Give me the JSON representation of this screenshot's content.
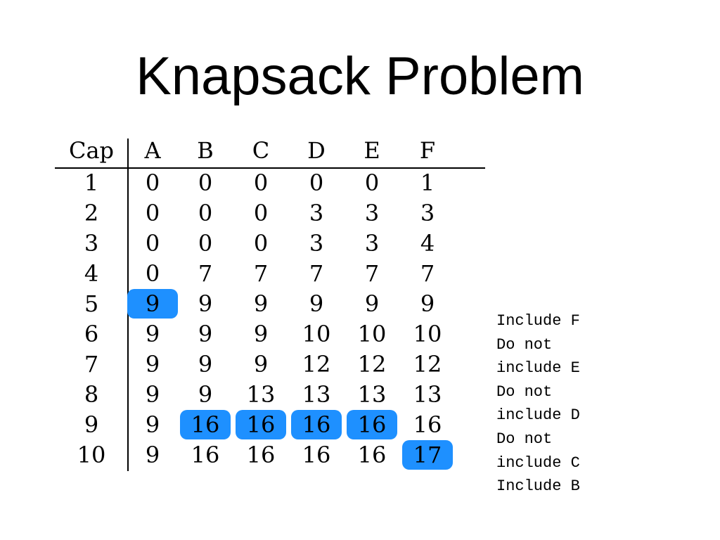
{
  "slide": {
    "title": "Knapsack Problem"
  },
  "table": {
    "headers": [
      "Cap",
      "A",
      "B",
      "C",
      "D",
      "E",
      "F"
    ],
    "rows": [
      [
        "1",
        "0",
        "0",
        "0",
        "0",
        "0",
        "1"
      ],
      [
        "2",
        "0",
        "0",
        "0",
        "3",
        "3",
        "3"
      ],
      [
        "3",
        "0",
        "0",
        "0",
        "3",
        "3",
        "4"
      ],
      [
        "4",
        "0",
        "7",
        "7",
        "7",
        "7",
        "7"
      ],
      [
        "5",
        "9",
        "9",
        "9",
        "9",
        "9",
        "9"
      ],
      [
        "6",
        "9",
        "9",
        "9",
        "10",
        "10",
        "10"
      ],
      [
        "7",
        "9",
        "9",
        "9",
        "12",
        "12",
        "12"
      ],
      [
        "8",
        "9",
        "9",
        "13",
        "13",
        "13",
        "13"
      ],
      [
        "9",
        "9",
        "16",
        "16",
        "16",
        "16",
        "16"
      ],
      [
        "10",
        "9",
        "16",
        "16",
        "16",
        "16",
        "17"
      ]
    ],
    "highlighted_cells": [
      [
        4,
        1
      ],
      [
        8,
        2
      ],
      [
        8,
        3
      ],
      [
        8,
        4
      ],
      [
        8,
        5
      ],
      [
        9,
        6
      ]
    ],
    "highlight_color": "#1e90ff"
  },
  "notes": {
    "lines": [
      "Include F",
      "Do not",
      "include E",
      "Do not",
      "include D",
      "Do not",
      "include C",
      "Include B"
    ]
  }
}
